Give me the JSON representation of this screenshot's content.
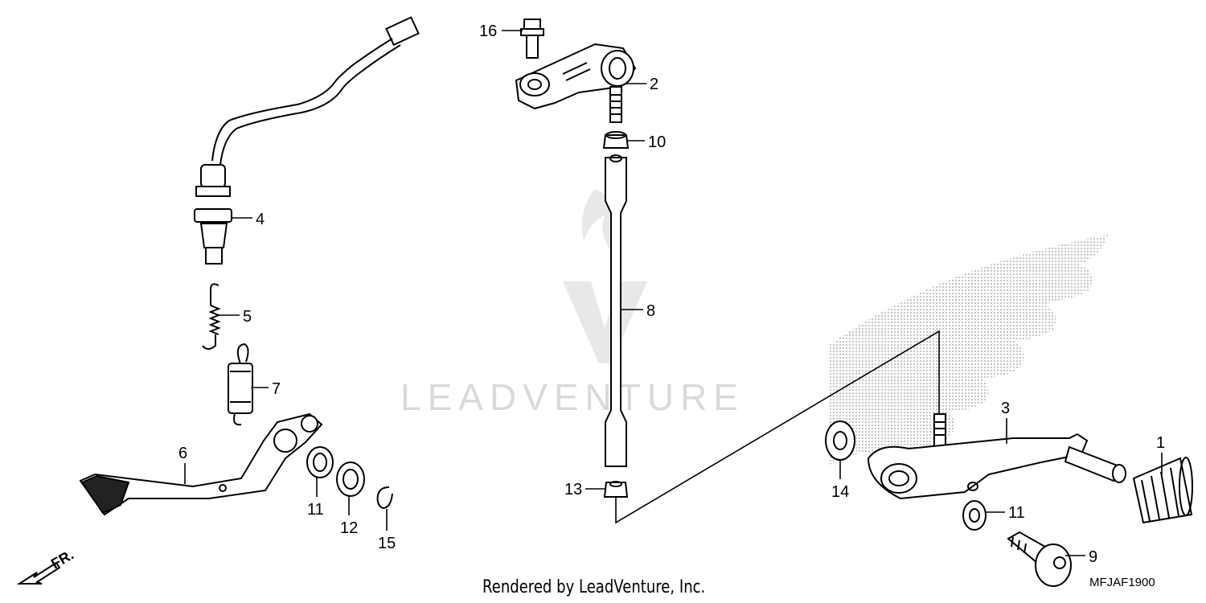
{
  "diagram": {
    "watermark": "LEADVENTURE",
    "direction_label": "FR.",
    "footer": "Rendered by LeadVenture, Inc.",
    "diagram_code": "MFJAF1900",
    "callouts": [
      "1",
      "2",
      "3",
      "4",
      "5",
      "6",
      "7",
      "8",
      "9",
      "10",
      "11",
      "11",
      "12",
      "13",
      "14",
      "15",
      "16"
    ]
  }
}
